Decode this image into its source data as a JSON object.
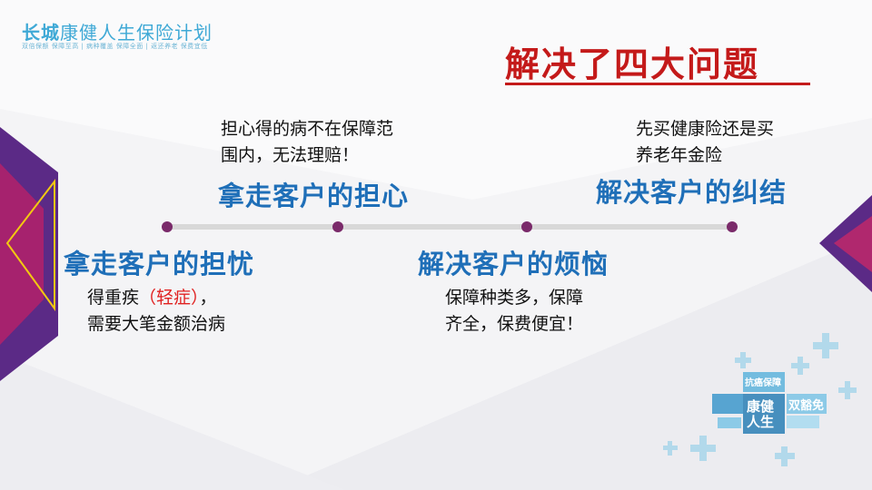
{
  "logo": {
    "brand_bold": "长城",
    "brand_rest": "康健人生保险计划",
    "tagline": "双倍保额  保障至高 | 病种覆盖  保障全面 | 返还养老  保费宜低"
  },
  "headline": "解决了四大问题",
  "points": [
    {
      "heading": "拿走客户的担心",
      "note_lines": [
        "担心得的病不在保障范",
        "围内，无法理赔！"
      ]
    },
    {
      "heading": "解决客户的纠结",
      "note_lines": [
        "先买健康险还是买",
        "养老年金险"
      ]
    },
    {
      "heading": "拿走客户的担忧",
      "note_line1_pre": "得重疾",
      "note_line1_red": "（轻症）",
      "note_line1_post": "，",
      "note_line2": "需要大笔金额治病"
    },
    {
      "heading": "解决客户的烦恼",
      "note_lines": [
        "保障种类多，保障",
        "齐全，保费便宜！"
      ]
    }
  ],
  "decor_text": {
    "tag1": "抗癌保障",
    "tag2": "康健人生",
    "tag3": "双豁免"
  },
  "colors": {
    "headline": "#c41a1a",
    "heading": "#1f6fb8",
    "accent_purple": "#7a2a6a",
    "logo": "#3fa9d6"
  }
}
